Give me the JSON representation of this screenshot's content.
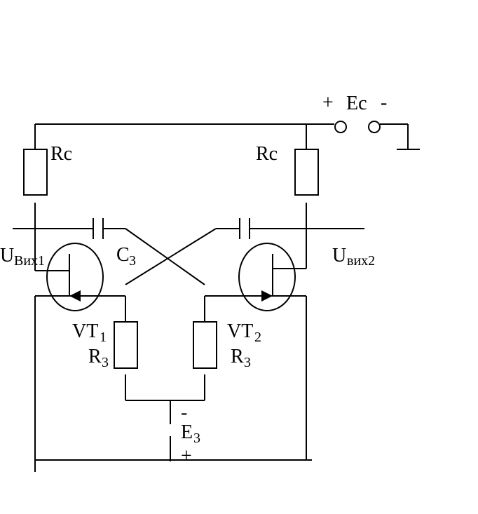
{
  "labels": {
    "ec_plus": "+",
    "ec_name": "Ec",
    "ec_minus": "-",
    "rc_left": "Rc",
    "rc_right": "Rc",
    "uvix1_main": "U",
    "uvix1_sub": "Вих1",
    "uvix2_main": "U",
    "uvix2_sub": "вих2",
    "c3_main": "C",
    "c3_sub": "3",
    "vt1_main": "VT",
    "vt1_sub": "1",
    "vt2_main": "VT",
    "vt2_sub": "2",
    "r3_left_main": "R",
    "r3_left_sub": "3",
    "r3_right_main": "R",
    "r3_right_sub": "3",
    "e3_minus": "-",
    "e3_main": "E",
    "e3_sub": "3",
    "e3_plus": "+"
  },
  "colors": {
    "line": "#000000",
    "background": "#ffffff"
  }
}
